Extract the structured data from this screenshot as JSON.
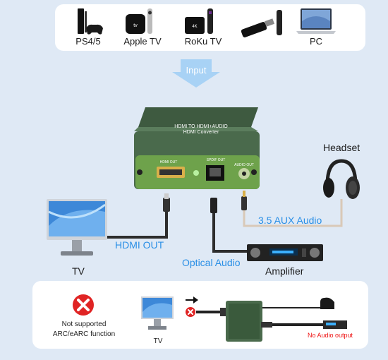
{
  "sources": [
    {
      "label": "PS4/5",
      "icon": "ps4-console-icon"
    },
    {
      "label": "Apple TV",
      "icon": "apple-tv-icon"
    },
    {
      "label": "RoKu TV",
      "icon": "roku-tv-icon"
    },
    {
      "label": "",
      "icon": "fire-tv-stick-icon"
    },
    {
      "label": "PC",
      "icon": "laptop-icon"
    }
  ],
  "input_label": "Input",
  "converter": {
    "title_line1": "HDMI TO HDMI+AUDIO",
    "title_line2": "HDMI Converter",
    "port_hdmi": "HDMI OUT",
    "port_spdif": "SPDIF OUT",
    "port_audio": "AUDIO OUT"
  },
  "outputs": {
    "headset": "Headset",
    "aux": "3.5 AUX Audio",
    "hdmi_out": "HDMI OUT",
    "tv": "TV",
    "optical": "Optical Audio",
    "amplifier": "Amplifier"
  },
  "note": {
    "line1": "Not supported",
    "line2": "ARC/eARC function",
    "tv": "TV",
    "no_audio": "No Audio output"
  },
  "colors": {
    "accent_blue": "#2a8fe6",
    "device_green": "#4a6a4c",
    "warning_red": "#e02424"
  }
}
